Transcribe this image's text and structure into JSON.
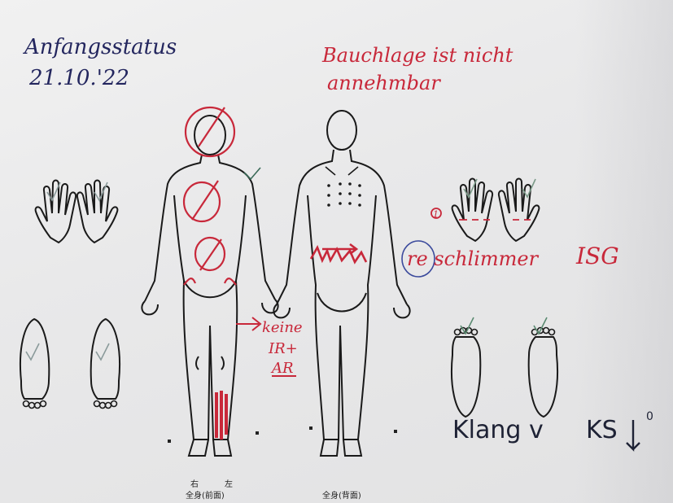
{
  "notes": {
    "status_title": "Anfangsstatus",
    "status_date": "21.10.'22",
    "prone_line1": "Bauchlage ist nicht",
    "prone_line2": "annehmbar",
    "worse_label": "re schlimmer",
    "isg_label": "ISG",
    "keine_line1": "keine",
    "keine_line2": "IR+",
    "keine_line3": "AR",
    "klang_label": "Klang v",
    "ks_label": "KS",
    "circle_one": "1",
    "small_mark": "0"
  },
  "printed": {
    "left_label": "右",
    "right_label": "左",
    "front_caption": "全身(前面)",
    "back_caption": "全身(背面)"
  },
  "colors": {
    "blue_ink": "#23265e",
    "red_ink": "#c8283a",
    "paper": "#ececec",
    "print_line": "#1a1a1a"
  }
}
